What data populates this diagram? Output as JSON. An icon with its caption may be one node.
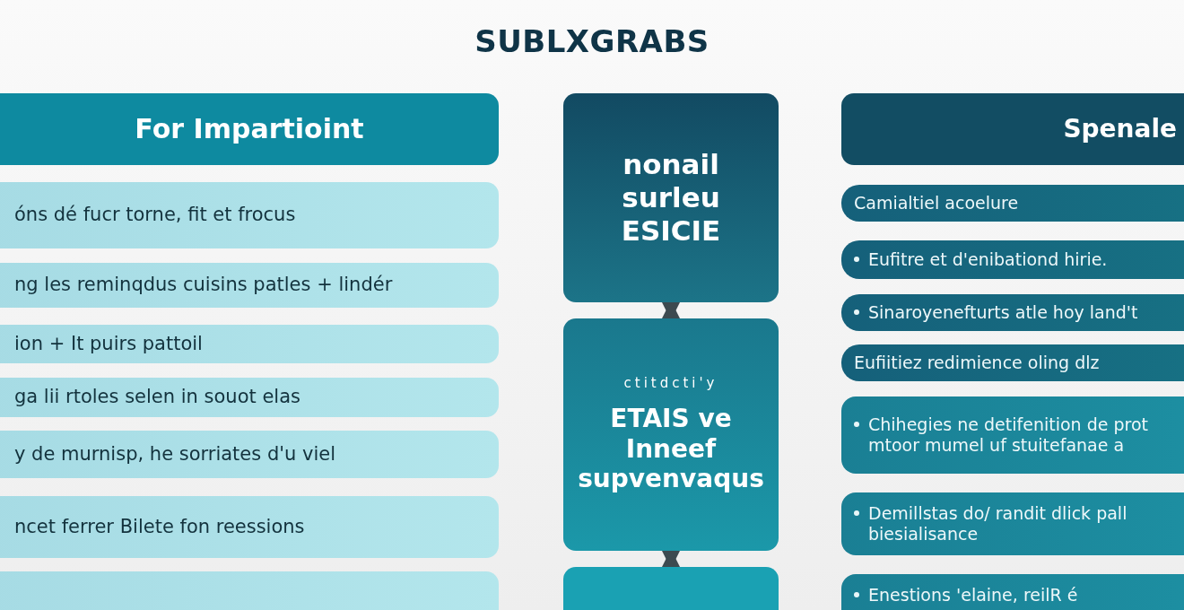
{
  "diagram": {
    "title": "SUBLXGRABS",
    "nodes": [
      {
        "text": [
          "For Impartioint"
        ]
      },
      {
        "text": [
          "óns dé fucr torne, fit et frocus"
        ]
      },
      {
        "text": [
          "ng les reminqdus cuisins patles + lindér"
        ]
      },
      {
        "text": [
          "ion + It puirs pattoil"
        ]
      },
      {
        "text": [
          "ga lii rtoles selen in souot elas"
        ]
      },
      {
        "text": [
          "y de murnisp, he sorriates d'u viel"
        ]
      },
      {
        "text": [
          "ncet ferrer Bilete fon reessions"
        ]
      },
      {
        "text": [],
        "shape": "box"
      },
      {
        "text": [
          "nonail surleu ESICIE"
        ]
      },
      {
        "text": [
          "ctitdcti'y",
          "ETAIS ve Inneef supvenvaqus"
        ]
      },
      {
        "text": [],
        "shape": "box"
      },
      {
        "text": [
          "Spenale"
        ]
      },
      {
        "text": [
          "Camialtiel acoelure"
        ]
      },
      {
        "text": [
          "Eufitre et d'enibationd hirie."
        ]
      },
      {
        "text": [
          "Sinaroyenefturts atle hoy land't"
        ]
      },
      {
        "text": [
          "Eufiitiez redimience oling dlz"
        ]
      },
      {
        "text": [
          "Chihegies ne detifenition de prot mtoor mumel uf stuitefanae a"
        ]
      },
      {
        "text": [
          "Demillstas do/ randit dlick pall biesialisance"
        ]
      },
      {
        "text": [
          "Enestions 'elaine, reilR é"
        ]
      }
    ],
    "edges": [
      {
        "from": 8,
        "to": 9,
        "arrow": "both"
      },
      {
        "from": 9,
        "to": 10,
        "arrow": "both"
      }
    ]
  }
}
